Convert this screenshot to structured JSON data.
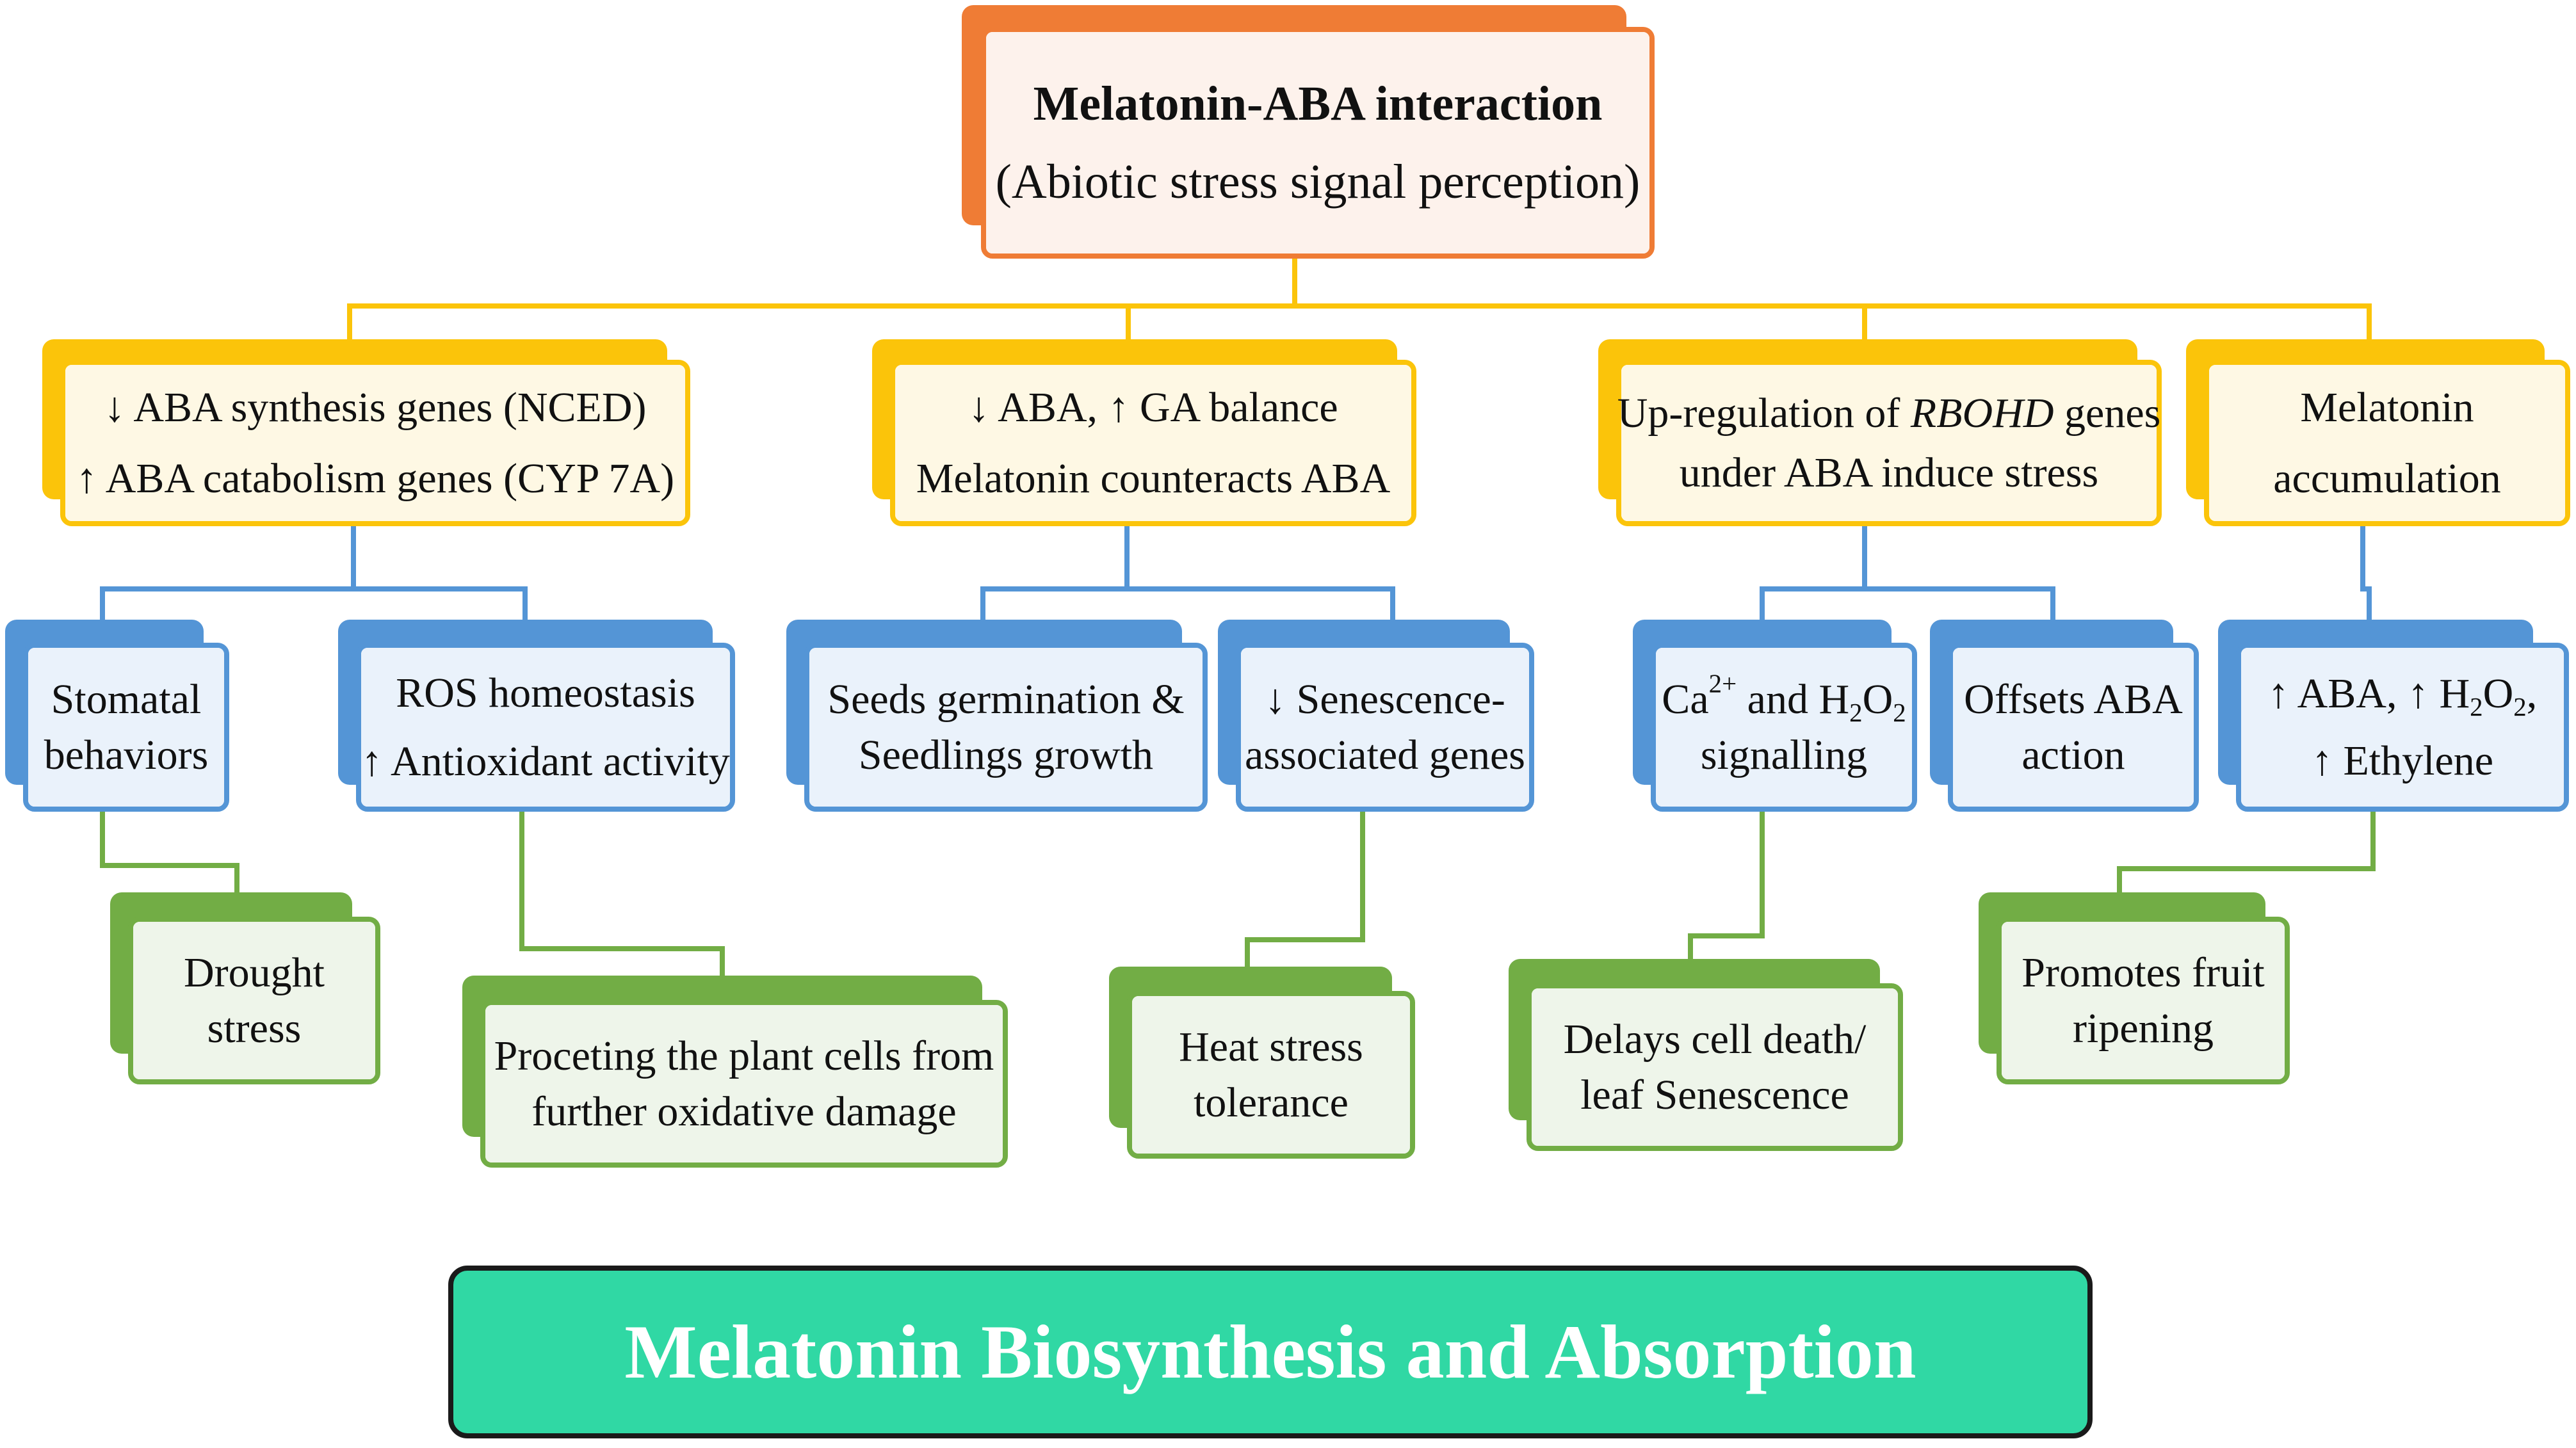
{
  "root": {
    "title": "Melatonin-ABA interaction",
    "subtitle": "(Abiotic stress signal perception)"
  },
  "level1": {
    "aba_synthesis": {
      "line1": "↓ ABA synthesis genes (NCED)",
      "line2": "↑ ABA catabolism genes (CYP 7A)"
    },
    "aba_ga_balance": {
      "line1": "↓ ABA, ↑ GA balance",
      "line2": "Melatonin counteracts ABA"
    },
    "rbohd": {
      "line1_pre": "Up-regulation of ",
      "line1_italic": "RBOHD",
      "line1_post": " genes",
      "line2": "under ABA induce stress"
    },
    "melatonin_accumulation": {
      "line1": "Melatonin",
      "line2": "accumulation"
    }
  },
  "level2": {
    "stomatal": {
      "line1": "Stomatal",
      "line2": "behaviors"
    },
    "ros": {
      "line1": "ROS homeostasis",
      "line2": "↑ Antioxidant activity"
    },
    "seeds": {
      "line1": "Seeds germination &",
      "line2": "Seedlings growth"
    },
    "senescence_genes": {
      "line1": "↓ Senescence-",
      "line2": "associated genes"
    },
    "ca_h2o2": {
      "ca": "Ca",
      "ca_sup": "2+",
      "and": " and H",
      "h_sub": "2",
      "o": "O",
      "o_sub": "2",
      "line2": "signalling"
    },
    "offsets": {
      "line1": "Offsets ABA",
      "line2": "action"
    },
    "aba_h2o2_eth": {
      "a": "↑ ABA, ↑ H",
      "h_sub": "2",
      "o": "O",
      "o_sub": "2",
      "comma": ",",
      "line2": "↑ Ethylene"
    }
  },
  "level3": {
    "drought": {
      "line1": "Drought",
      "line2": "stress"
    },
    "protecting": {
      "line1": "Proceting the plant cells from",
      "line2": "further oxidative damage"
    },
    "heat": {
      "line1": "Heat stress",
      "line2": "tolerance"
    },
    "delays": {
      "line1": "Delays cell death/",
      "line2": "leaf Senescence"
    },
    "fruit": {
      "line1": "Promotes fruit",
      "line2": "ripening"
    }
  },
  "banner": {
    "label": "Melatonin Biosynthesis and Absorption"
  },
  "colors": {
    "root": "#ef7c35",
    "level1": "#fbc40a",
    "level2": "#5495d6",
    "level3": "#72ad45",
    "banner": "#30d8a4"
  }
}
